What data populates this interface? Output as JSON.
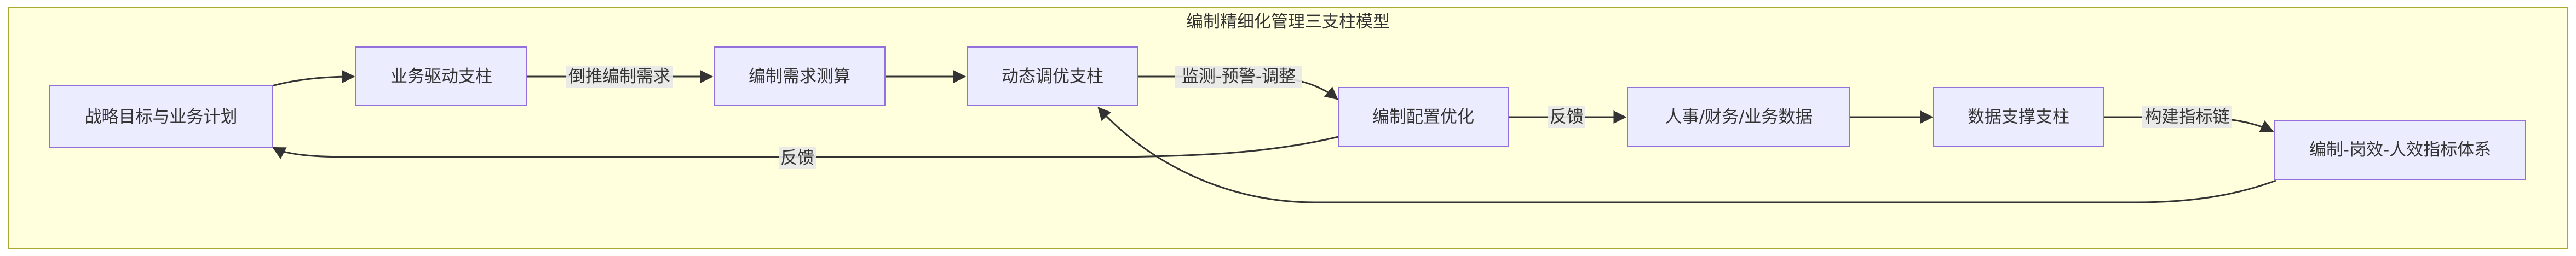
{
  "diagram": {
    "cluster_title": "编制精细化管理三支柱模型",
    "nodes": [
      {
        "id": "strategy",
        "label": "战略目标与业务计划"
      },
      {
        "id": "drive",
        "label": "业务驱动支柱"
      },
      {
        "id": "calc",
        "label": "编制需求测算"
      },
      {
        "id": "dynamic",
        "label": "动态调优支柱"
      },
      {
        "id": "config",
        "label": "编制配置优化"
      },
      {
        "id": "hrdata",
        "label": "人事/财务/业务数据"
      },
      {
        "id": "support",
        "label": "数据支撑支柱"
      },
      {
        "id": "index",
        "label": "编制-岗效-人效指标体系"
      }
    ],
    "edges": [
      {
        "from": "strategy",
        "to": "drive",
        "label": ""
      },
      {
        "from": "drive",
        "to": "calc",
        "label": "倒推编制需求"
      },
      {
        "from": "calc",
        "to": "dynamic",
        "label": ""
      },
      {
        "from": "dynamic",
        "to": "config",
        "label": "监测-预警-调整"
      },
      {
        "from": "config",
        "to": "strategy",
        "label": "反馈"
      },
      {
        "from": "config",
        "to": "hrdata",
        "label": "反馈"
      },
      {
        "from": "hrdata",
        "to": "support",
        "label": ""
      },
      {
        "from": "support",
        "to": "index",
        "label": "构建指标链"
      },
      {
        "from": "index",
        "to": "dynamic",
        "label": ""
      }
    ]
  }
}
